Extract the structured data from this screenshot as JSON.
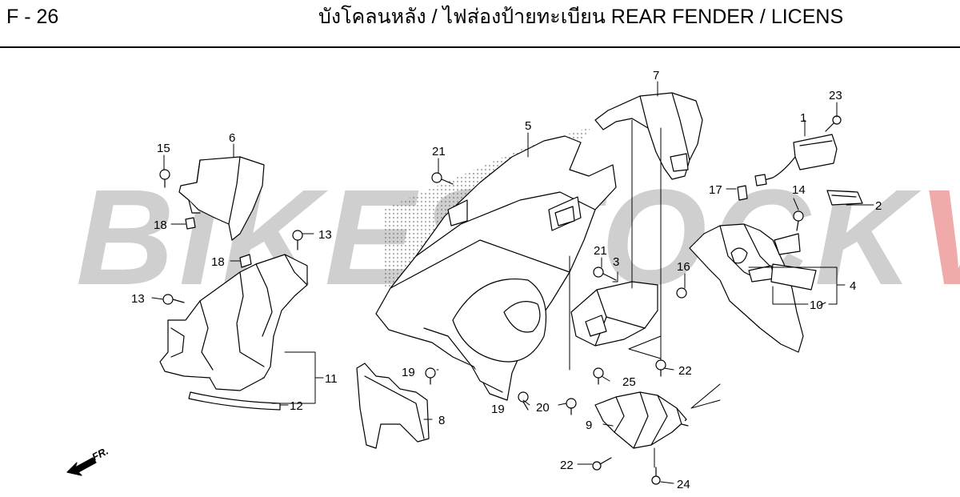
{
  "header": {
    "page_code": "F - 26",
    "title": "บังโคลนหลัง / ไฟส่องป้ายทะเบียน  REAR FENDER / LICENS"
  },
  "watermark": {
    "text_a": "BIKESTOCK",
    "text_b": "VN",
    "color_a": "#cfcfcf",
    "color_b": "#f0aaaa"
  },
  "direction_indicator": {
    "label": "FR."
  },
  "callouts": [
    {
      "id": "c1",
      "label": "1"
    },
    {
      "id": "c2",
      "label": "2"
    },
    {
      "id": "c3",
      "label": "3"
    },
    {
      "id": "c4",
      "label": "4"
    },
    {
      "id": "c5",
      "label": "5"
    },
    {
      "id": "c6",
      "label": "6"
    },
    {
      "id": "c7",
      "label": "7"
    },
    {
      "id": "c8",
      "label": "8"
    },
    {
      "id": "c9",
      "label": "9"
    },
    {
      "id": "c10",
      "label": "10"
    },
    {
      "id": "c11",
      "label": "11"
    },
    {
      "id": "c12",
      "label": "12"
    },
    {
      "id": "c13a",
      "label": "13"
    },
    {
      "id": "c13b",
      "label": "13"
    },
    {
      "id": "c14",
      "label": "14"
    },
    {
      "id": "c15",
      "label": "15"
    },
    {
      "id": "c16",
      "label": "16"
    },
    {
      "id": "c17",
      "label": "17"
    },
    {
      "id": "c18a",
      "label": "18"
    },
    {
      "id": "c18b",
      "label": "18"
    },
    {
      "id": "c19a",
      "label": "19"
    },
    {
      "id": "c19b",
      "label": "19"
    },
    {
      "id": "c20",
      "label": "20"
    },
    {
      "id": "c21a",
      "label": "21"
    },
    {
      "id": "c21b",
      "label": "21"
    },
    {
      "id": "c22a",
      "label": "22"
    },
    {
      "id": "c22b",
      "label": "22"
    },
    {
      "id": "c23",
      "label": "23"
    },
    {
      "id": "c24",
      "label": "24"
    },
    {
      "id": "c25",
      "label": "25"
    }
  ]
}
